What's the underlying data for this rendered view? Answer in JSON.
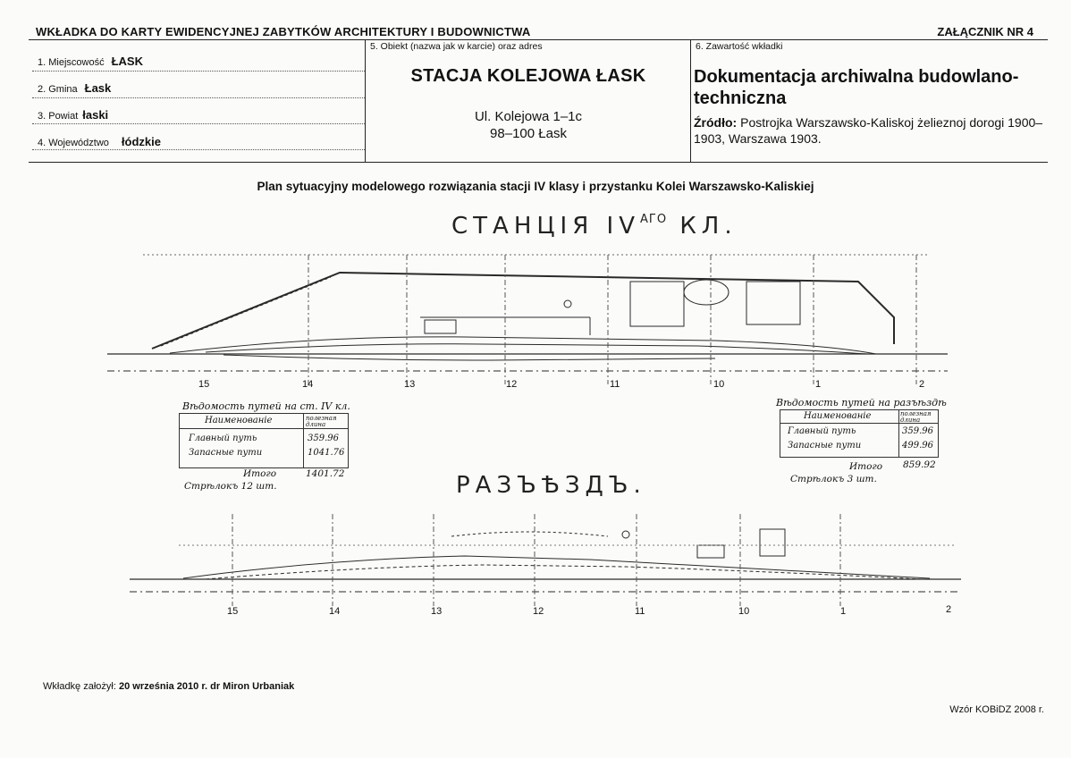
{
  "header": {
    "title": "WKŁADKA DO KARTY EWIDENCYJNEJ ZABYTKÓW ARCHITEKTURY I BUDOWNICTWA",
    "annex": "ZAŁĄCZNIK NR 4"
  },
  "fields": [
    {
      "label": "1. Miejscowość",
      "value": "ŁASK"
    },
    {
      "label": "2. Gmina",
      "value": "Łask"
    },
    {
      "label": "3. Powiat",
      "value": "łaski"
    },
    {
      "label": "4. Województwo",
      "value": "łódzkie"
    }
  ],
  "object": {
    "caption": "5. Obiekt (nazwa jak w karcie) oraz adres",
    "name": "STACJA KOLEJOWA ŁASK",
    "address_line1": "Ul. Kolejowa 1–1c",
    "address_line2": "98–100 Łask"
  },
  "content": {
    "caption": "6. Zawartość wkładki",
    "title": "Dokumentacja archiwalna budowlano-techniczna",
    "source_label": "Źródło:",
    "source_text": " Postrojka Warszawsko-Kaliskoj żelieznoj dorogi 1900–1903, Warszawa 1903."
  },
  "plan_title": "Plan sytuacyjny modelowego rozwiązania stacji IV klasy i przystanku Kolei Warszawsko-Kaliskiej",
  "drawing1": {
    "title_main": "СТАНЦIЯ IV",
    "title_sup": "АГО",
    "title_end": " КЛ.",
    "km_marks": [
      "15",
      "14",
      "13",
      "12",
      "11",
      "10",
      "1",
      "2"
    ],
    "table_left": {
      "caption": "Вѣдомость путей на ст. IV кл.",
      "header_name": "Наименованіе",
      "header_len": "полезная длина",
      "rows": [
        {
          "name": "Главный путь",
          "len": "359.96"
        },
        {
          "name": "Запасные пути",
          "len": "1041.76"
        }
      ],
      "total_label": "Итого",
      "total_value": "1401.72",
      "switches": "Стрѣлокъ 12 шт."
    },
    "table_right": {
      "caption": "Вѣдомость путей на разъѣздѣ",
      "header_name": "Наименованіе",
      "header_len": "полезная длина",
      "rows": [
        {
          "name": "Главный путь",
          "len": "359.96"
        },
        {
          "name": "Запасные пути",
          "len": "499.96"
        }
      ],
      "total_label": "Итого",
      "total_value": "859.92",
      "switches": "Стрѣлокъ 3 шт."
    }
  },
  "drawing2": {
    "title": "РАЗЪѢЗДЪ.",
    "km_marks": [
      "15",
      "14",
      "13",
      "12",
      "11",
      "10",
      "1",
      "2"
    ]
  },
  "footer": {
    "founder_label": "Wkładkę założył: ",
    "founder_value": "20 września 2010 r. dr Miron Urbaniak",
    "template": "Wzór KOBiDZ 2008 r."
  },
  "colors": {
    "ink": "#111111",
    "paper": "#fbfbf9",
    "drawing": "#2a2a2a"
  }
}
